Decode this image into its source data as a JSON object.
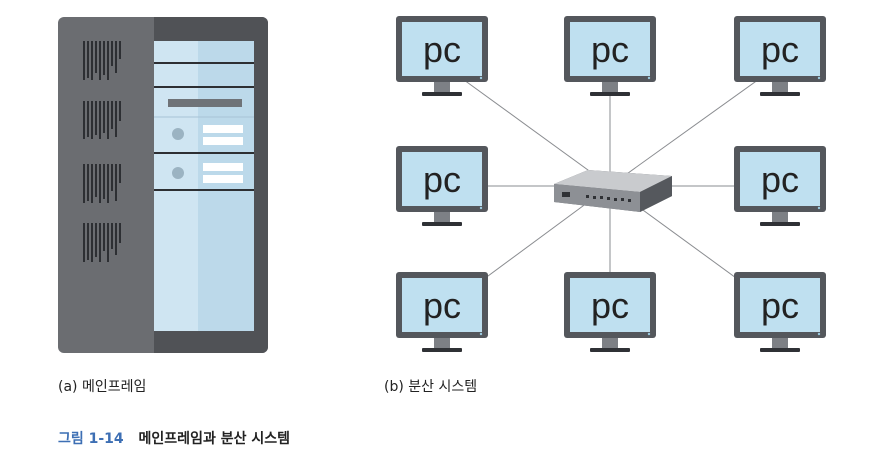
{
  "mainframe_caption": "(a) 메인프레임",
  "distributed_caption": "(b) 분산 시스템",
  "figure": {
    "number": "그림 1-14",
    "title": "메인프레임과 분산 시스템"
  },
  "pc_label": "pc",
  "colors": {
    "cabinet_dark": "#5b5d61",
    "cabinet_panel": "#6c6e72",
    "screen": "#bfe0f0",
    "monitor_frame": "#54575c",
    "figure_number": "#3d6fb4"
  }
}
